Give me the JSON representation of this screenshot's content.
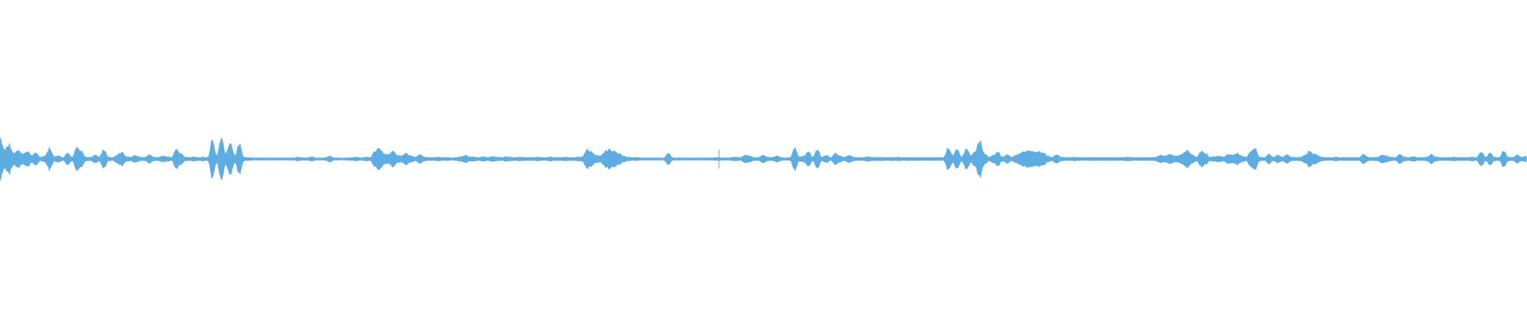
{
  "waveform": {
    "color": "#5DADE2",
    "background": "#FFFFFF",
    "amplitude_envelope": [
      0.55,
      0.25,
      0.4,
      0.15,
      0.22,
      0.12,
      0.2,
      0.1,
      0.16,
      0.05,
      0.08,
      0.3,
      0.06,
      0.08,
      0.04,
      0.15,
      0.05,
      0.28,
      0.2,
      0.05,
      0.04,
      0.1,
      0.06,
      0.25,
      0.05,
      0.04,
      0.12,
      0.18,
      0.06,
      0.05,
      0.1,
      0.05,
      0.04,
      0.12,
      0.05,
      0.04,
      0.08,
      0.06,
      0.04,
      0.25,
      0.15,
      0.05,
      0.04,
      0.06,
      0.04,
      0.05,
      0.04,
      0.48,
      0.1,
      0.55,
      0.15,
      0.45,
      0.1,
      0.4,
      0.05,
      0.04,
      0.03,
      0.03,
      0.03,
      0.03,
      0.03,
      0.03,
      0.03,
      0.03,
      0.03,
      0.03,
      0.05,
      0.03,
      0.03,
      0.06,
      0.03,
      0.03,
      0.03,
      0.08,
      0.03,
      0.03,
      0.03,
      0.03,
      0.04,
      0.05,
      0.03,
      0.05,
      0.04,
      0.22,
      0.28,
      0.15,
      0.12,
      0.2,
      0.1,
      0.08,
      0.15,
      0.08,
      0.05,
      0.12,
      0.05,
      0.04,
      0.04,
      0.05,
      0.04,
      0.04,
      0.03,
      0.04,
      0.06,
      0.1,
      0.06,
      0.05,
      0.04,
      0.06,
      0.04,
      0.06,
      0.05,
      0.04,
      0.06,
      0.05,
      0.04,
      0.05,
      0.04,
      0.04,
      0.04,
      0.05,
      0.04,
      0.04,
      0.06,
      0.04,
      0.04,
      0.05,
      0.04,
      0.04,
      0.05,
      0.06,
      0.25,
      0.18,
      0.1,
      0.08,
      0.2,
      0.25,
      0.22,
      0.15,
      0.08,
      0.05,
      0.04,
      0.04,
      0.03,
      0.03,
      0.03,
      0.03,
      0.03,
      0.03,
      0.15,
      0.03,
      0.03,
      0.03,
      0.03,
      0.03,
      0.03,
      0.03,
      0.03,
      0.03,
      0.03,
      0.04,
      0.03,
      0.03,
      0.04,
      0.05,
      0.04,
      0.1,
      0.08,
      0.04,
      0.04,
      0.1,
      0.05,
      0.04,
      0.08,
      0.04,
      0.03,
      0.04,
      0.3,
      0.05,
      0.08,
      0.2,
      0.05,
      0.25,
      0.05,
      0.1,
      0.04,
      0.15,
      0.08,
      0.04,
      0.1,
      0.05,
      0.04,
      0.04,
      0.06,
      0.05,
      0.04,
      0.05,
      0.04,
      0.04,
      0.04,
      0.05,
      0.04,
      0.04,
      0.04,
      0.04,
      0.04,
      0.04,
      0.04,
      0.04,
      0.04,
      0.04,
      0.3,
      0.1,
      0.25,
      0.05,
      0.28,
      0.1,
      0.22,
      0.48,
      0.15,
      0.05,
      0.1,
      0.18,
      0.05,
      0.12,
      0.05,
      0.1,
      0.15,
      0.2,
      0.22,
      0.18,
      0.2,
      0.18,
      0.08,
      0.05,
      0.12,
      0.05,
      0.04,
      0.04,
      0.05,
      0.04,
      0.04,
      0.04,
      0.04,
      0.04,
      0.04,
      0.04,
      0.04,
      0.04,
      0.04,
      0.04,
      0.05,
      0.04,
      0.04,
      0.04,
      0.04,
      0.04,
      0.05,
      0.1,
      0.08,
      0.12,
      0.1,
      0.08,
      0.15,
      0.22,
      0.12,
      0.05,
      0.2,
      0.15,
      0.05,
      0.06,
      0.08,
      0.05,
      0.12,
      0.1,
      0.15,
      0.08,
      0.05,
      0.2,
      0.28,
      0.05,
      0.04,
      0.12,
      0.05,
      0.1,
      0.05,
      0.12,
      0.05,
      0.04,
      0.05,
      0.1,
      0.2,
      0.15,
      0.08,
      0.05,
      0.04,
      0.04,
      0.05,
      0.04,
      0.04,
      0.04,
      0.04,
      0.04,
      0.12,
      0.05,
      0.04,
      0.05,
      0.1,
      0.08,
      0.05,
      0.04,
      0.12,
      0.05,
      0.04,
      0.06,
      0.04,
      0.04,
      0.05,
      0.12,
      0.05,
      0.04,
      0.04,
      0.04,
      0.05,
      0.04,
      0.04,
      0.04,
      0.05,
      0.04,
      0.2,
      0.05,
      0.15,
      0.05,
      0.04,
      0.22,
      0.05,
      0.04,
      0.1,
      0.05,
      0.08
    ]
  }
}
